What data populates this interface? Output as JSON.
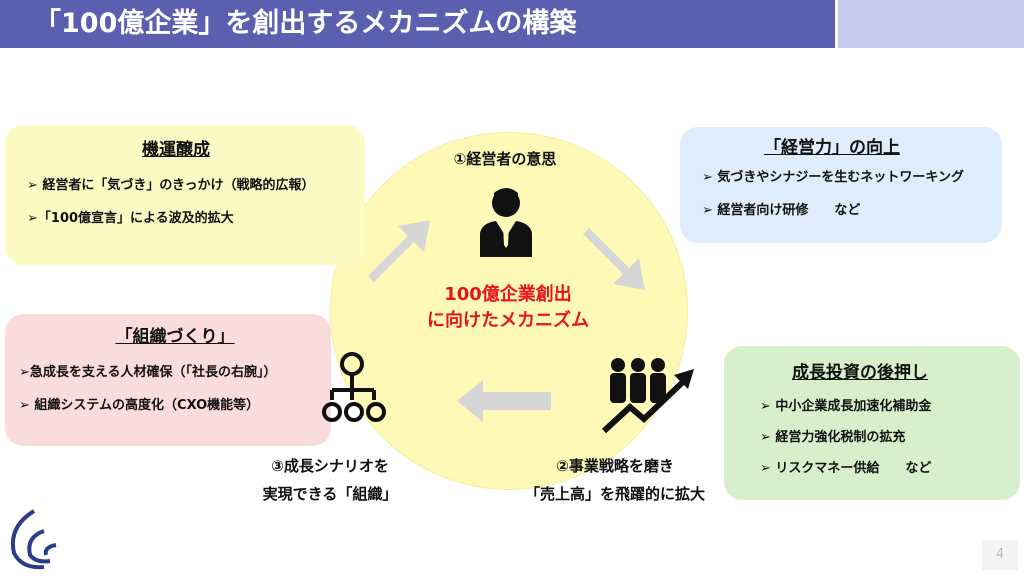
{
  "title": "「100億企業」を創出するメカニズムの構築",
  "center_text": [
    "100億企業創出",
    "に向けたメカニズム"
  ],
  "steps": {
    "step1": "①経営者の意思",
    "step2": [
      "②事業戦略を磨き",
      "「売上高」を飛躍的に拡大"
    ],
    "step3": [
      "③成長シナリオを",
      "実現できる「組織」"
    ]
  },
  "boxes": {
    "momentum": {
      "title": "機運醸成",
      "items": [
        "➢ 経営者に「気づき」のきっかけ（戦略的広報）",
        "➢「100億宣言」による波及的拡大"
      ]
    },
    "organization": {
      "title": "「組織づくり」",
      "items": [
        "➢急成長を支える人材確保（「社長の右腕」）",
        "➢ 組織システムの高度化（CXO機能等）"
      ]
    },
    "management": {
      "title": "「経営力」の向上",
      "items": [
        "➢ 気づきやシナジーを生むネットワーキング",
        "➢ 経営者向け研修　　など"
      ]
    },
    "investment": {
      "title": "成長投資の後押し",
      "items": [
        "➢ 中小企業成長加速化補助金",
        "➢ 経営力強化税制の拡充",
        "➢ リスクマネー供給　　など"
      ]
    }
  },
  "page_number": "4",
  "colors": {
    "title_bg": "#5a5fb0",
    "center_text": "#e8141c",
    "circle": "#fff9b8"
  }
}
